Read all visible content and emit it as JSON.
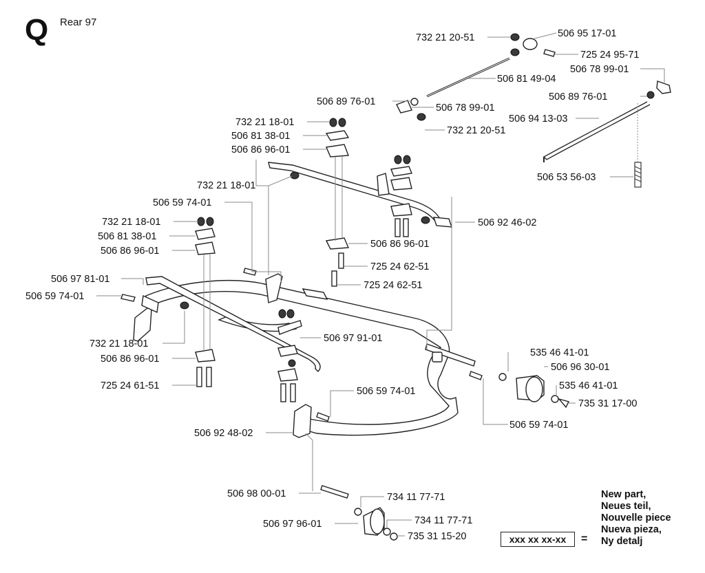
{
  "section": {
    "letter": "Q",
    "title": "Rear 97"
  },
  "callouts": [
    "732 21 20-51",
    "506 95 17-01",
    "725 24 95-71",
    "506 78 99-01",
    "506 81 49-04",
    "506 89 76-01",
    "506 89 76-01",
    "506 78 99-01",
    "506 94 13-03",
    "732 21 20-51",
    "732 21 18-01",
    "506 81 38-01",
    "506 86 96-01",
    "506 53 56-03",
    "732 21 18-01",
    "506 59 74-01",
    "732 21 18-01",
    "506 92 46-02",
    "506 81 38-01",
    "506 86 96-01",
    "506 86 96-01",
    "725 24 62-51",
    "725 24 62-51",
    "506 97 81-01",
    "506 59 74-01",
    "506 97 91-01",
    "732 21 18-01",
    "535 46 41-01",
    "506 86 96-01",
    "506 96 30-01",
    "725 24 61-51",
    "535 46 41-01",
    "506 59 74-01",
    "735 31 17-00",
    "506 92 48-02",
    "506 59 74-01",
    "506 98 00-01",
    "734 11 77-71",
    "734 11 77-71",
    "506 97 96-01",
    "735 31 15-20"
  ],
  "legend": {
    "lines": [
      "New part,",
      "Neues teil,",
      "Nouvelle piece",
      "Nueva pieza,",
      "Ny detalj"
    ],
    "box": "xxx xx xx-xx",
    "equals": "="
  }
}
